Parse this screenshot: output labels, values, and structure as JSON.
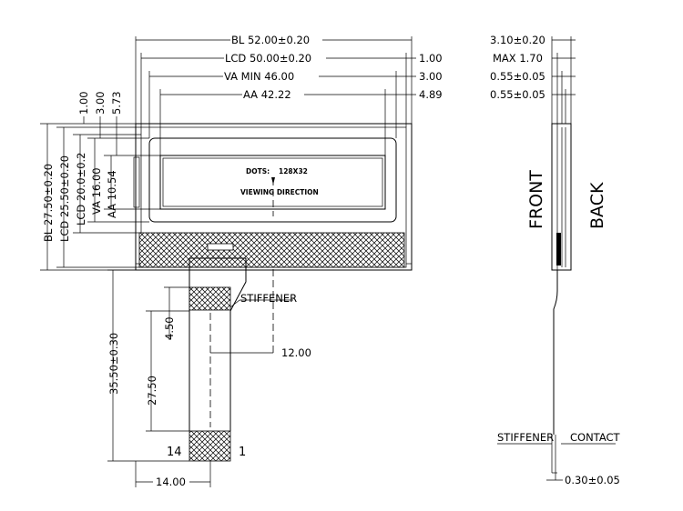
{
  "front_view": {
    "dim_bl_width": "BL  52.00±0.20",
    "dim_lcd_width": "LCD  50.00±0.20",
    "dim_va_width": "VA  MIN  46.00",
    "dim_aa_width": "AA  42.22",
    "dim_offset_lcd": "1.00",
    "dim_offset_va": "3.00",
    "dim_offset_aa": "4.89",
    "dim_top_lcd": "1.00",
    "dim_top_va": "3.00",
    "dim_top_aa": "5.73",
    "dim_bl_height": "BL  27.50±0.20",
    "dim_lcd_height": "LCD  25.50±0.20",
    "dim_lcd_inner": "LCD  20.0±0.2",
    "dim_va_height": "VA  16.00",
    "dim_aa_height": "AA  10.54",
    "dots_label": "DOTS:",
    "dots_value": "128X32",
    "viewing_direction": "VIEWING DIRECTION",
    "stiffener_label": "STIFFENER",
    "dim_stiffener": "4.50",
    "dim_tail_to_center": "12.00",
    "dim_fpc_length": "27.50",
    "dim_total_fpc": "35.50±0.30",
    "dim_fpc_width": "14.00",
    "pin_left": "14",
    "pin_right": "1"
  },
  "side_view": {
    "dim_thickness": "3.10±0.20",
    "dim_max": "MAX  1.70",
    "dim_glass1": "0.55±0.05",
    "dim_glass2": "0.55±0.05",
    "front_label": "FRONT",
    "back_label": "BACK",
    "stiffener_label": "STIFFENER",
    "contact_label": "CONTACT",
    "dim_fpc_thickness": "0.30±0.05"
  }
}
